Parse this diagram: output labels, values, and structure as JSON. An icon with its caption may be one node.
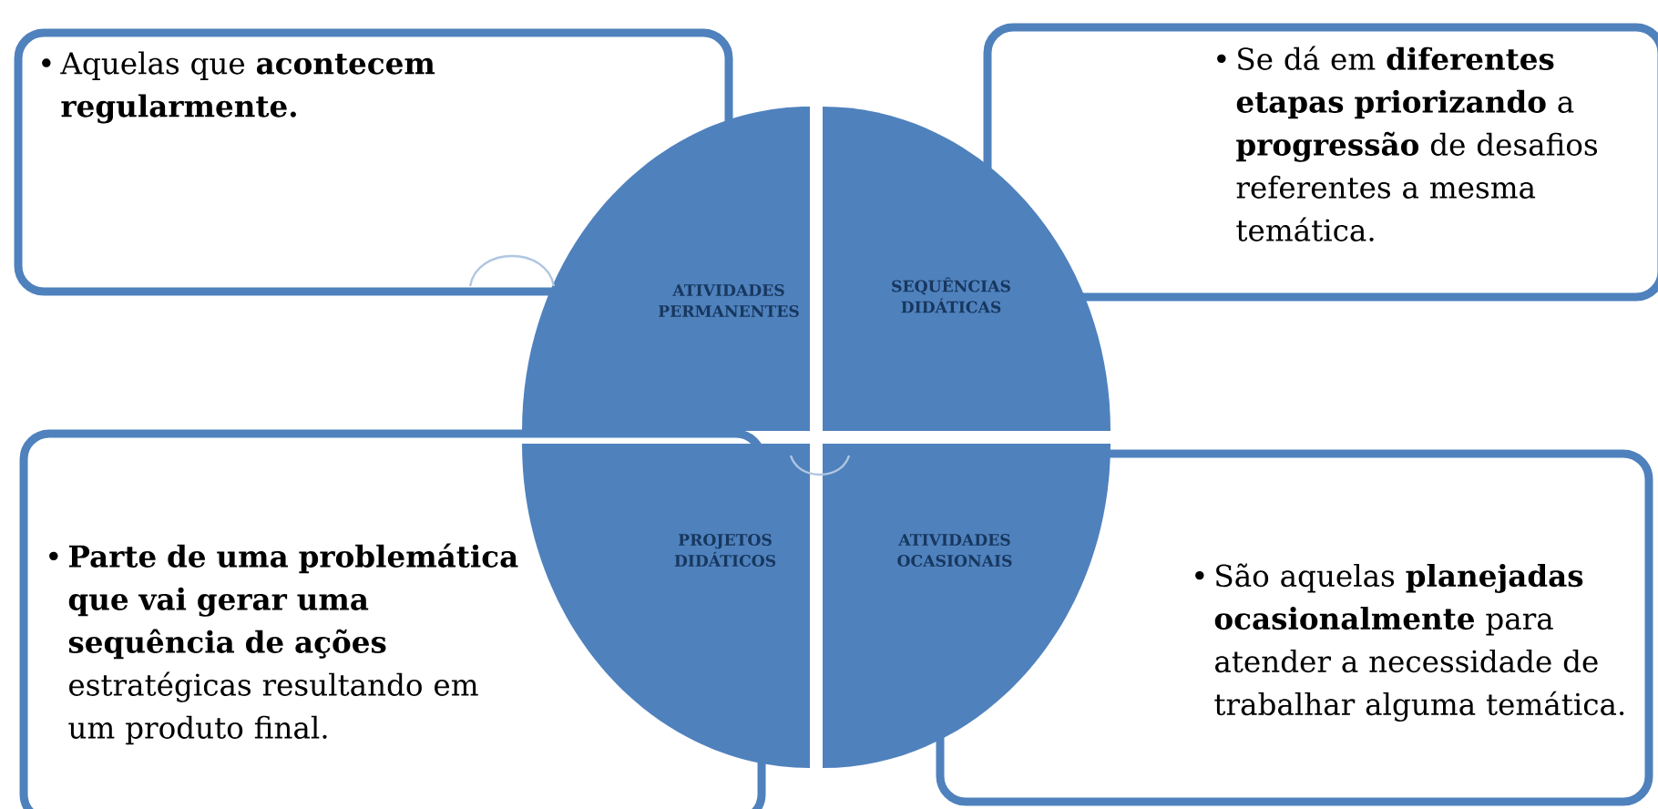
{
  "diagram": {
    "nodes": [
      {
        "text": [
          "•",
          "Aquelas que **acontecem regularmente.**"
        ]
      },
      {
        "text": [
          "ATIVIDADES PERMANENTES"
        ]
      },
      {
        "text": [
          "SEQUÊNCIAS DIDÁTICAS"
        ]
      },
      {
        "text": [
          "•",
          "Se dá em **diferentes etapas priorizando** a **progressão** de desafios referentes a mesma temática."
        ]
      },
      {
        "text": [
          "•",
          "**Parte de uma problemática que vai gerar uma sequência de ações** estratégicas resultando em um produto final."
        ]
      },
      {
        "text": [
          "PROJETOS DIDÁTICOS"
        ]
      },
      {
        "text": [
          "ATIVIDADES OCASIONAIS"
        ]
      },
      {
        "text": [
          "•",
          "São aquelas **planejadas ocasionalmente** para atender a necessidade de trabalhar alguma temática."
        ]
      }
    ],
    "edges": [
      {
        "from": 0,
        "to": 1,
        "arrow": "none"
      },
      {
        "from": 5,
        "to": 6,
        "arrow": "none"
      }
    ]
  }
}
